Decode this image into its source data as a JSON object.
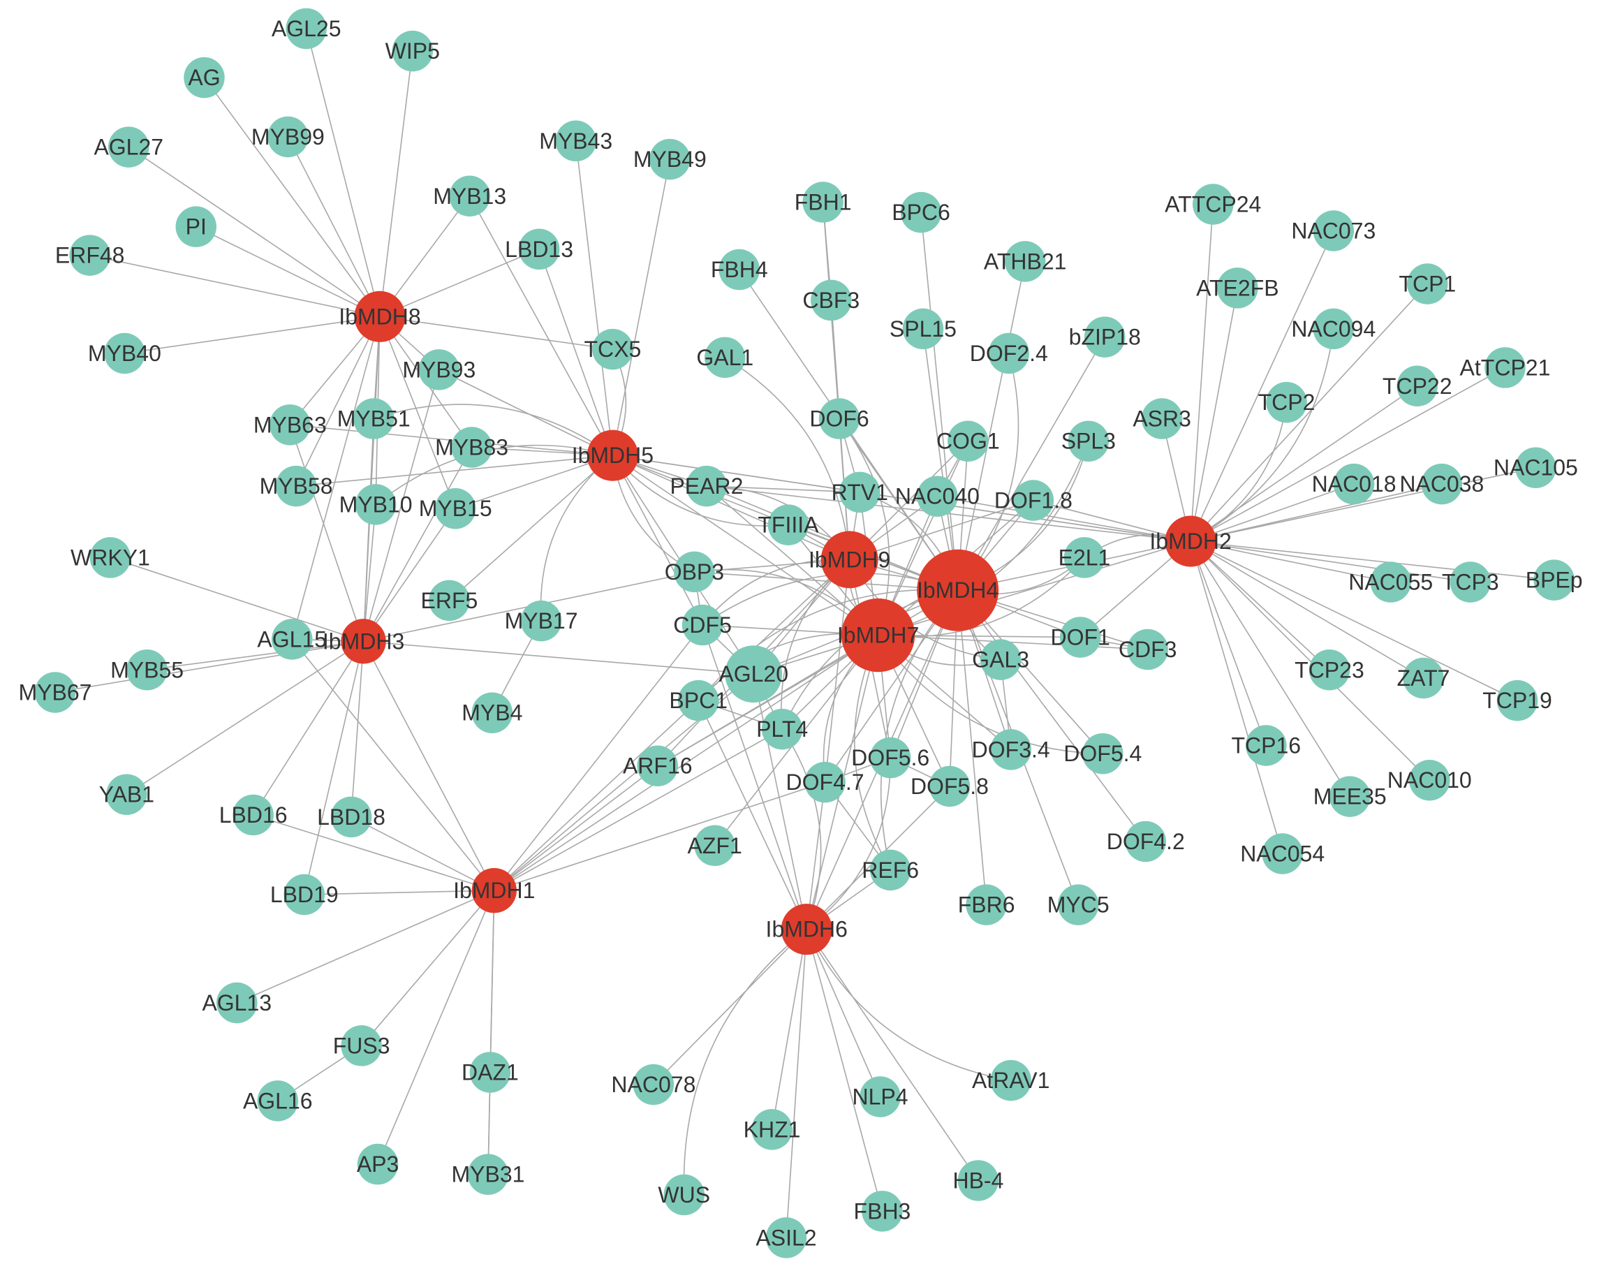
{
  "colors": {
    "hub": "#e03c2b",
    "node": "#7ecab8",
    "edge": "#a8a8a8",
    "label": "#333333"
  },
  "hubs": [
    "IbMDH1",
    "IbMDH2",
    "IbMDH3",
    "IbMDH4",
    "IbMDH5",
    "IbMDH6",
    "IbMDH7",
    "IbMDH8",
    "IbMDH9"
  ],
  "labels": {
    "IbMDH1": "IbMDH1",
    "IbMDH2": "IbMDH2",
    "IbMDH3": "IbMDH3",
    "IbMDH4": "IbMDH4",
    "IbMDH5": "IbMDH5",
    "IbMDH6": "IbMDH6",
    "IbMDH7": "IbMDH7",
    "IbMDH8": "IbMDH8",
    "IbMDH9": "IbMDH9",
    "AGL25": "AGL25",
    "WIP5": "WIP5",
    "AG": "AG",
    "AGL27": "AGL27",
    "MYB99": "MYB99",
    "MYB43": "MYB43",
    "MYB49": "MYB49",
    "MYB13": "MYB13",
    "PI": "PI",
    "ERF48": "ERF48",
    "LBD13": "LBD13",
    "MYB40": "MYB40",
    "TCX5": "TCX5",
    "MYB93": "MYB93",
    "MYB63": "MYB63",
    "MYB51": "MYB51",
    "MYB83": "MYB83",
    "MYB58": "MYB58",
    "MYB10": "MYB10",
    "MYB15": "MYB15",
    "WRKY1": "WRKY1",
    "ERF5": "ERF5",
    "MYB17": "MYB17",
    "AGL15": "AGL15",
    "MYB55": "MYB55",
    "MYB67": "MYB67",
    "MYB4": "MYB4",
    "YAB1": "YAB1",
    "LBD16": "LBD16",
    "LBD18": "LBD18",
    "LBD19": "LBD19",
    "AGL13": "AGL13",
    "FUS3": "FUS3",
    "DAZ1": "DAZ1",
    "AGL16": "AGL16",
    "AP3": "AP3",
    "MYB31": "MYB31",
    "FBH1": "FBH1",
    "BPC6": "BPC6",
    "FBH4": "FBH4",
    "CBF3": "CBF3",
    "GAL1": "GAL1",
    "SPL15": "SPL15",
    "ATHB21": "ATHB21",
    "DOF2.4": "DOF2.4",
    "bZIP18": "bZIP18",
    "DOF6": "DOF6",
    "COG1": "COG1",
    "SPL3": "SPL3",
    "ASR3": "ASR3",
    "PEAR2": "PEAR2",
    "RTV1": "RTV1",
    "NAC040": "NAC040",
    "DOF1.8": "DOF1.8",
    "TFIIIA": "TFIIIA",
    "E2L1": "E2L1",
    "OBP3": "OBP3",
    "CDF5": "CDF5",
    "DOF1": "DOF1",
    "CDF3": "CDF3",
    "GAL3": "GAL3",
    "AGL20": "AGL20",
    "BPC1": "BPC1",
    "PLT4": "PLT4",
    "ARF16": "ARF16",
    "DOF5.6": "DOF5.6",
    "DOF3.4": "DOF3.4",
    "DOF5.4": "DOF5.4",
    "DOF4.7": "DOF4.7",
    "DOF5.8": "DOF5.8",
    "AZF1": "AZF1",
    "REF6": "REF6",
    "DOF4.2": "DOF4.2",
    "FBR6": "FBR6",
    "MYC5": "MYC5",
    "NAC078": "NAC078",
    "AtRAV1": "AtRAV1",
    "NLP4": "NLP4",
    "KHZ1": "KHZ1",
    "WUS": "WUS",
    "HB-4": "HB-4",
    "FBH3": "FBH3",
    "ASIL2": "ASIL2",
    "ATTCP24": "ATTCP24",
    "NAC073": "NAC073",
    "ATE2FB": "ATE2FB",
    "TCP1": "TCP1",
    "NAC094": "NAC094",
    "TCP22": "TCP22",
    "AtTCP21": "AtTCP21",
    "TCP2": "TCP2",
    "NAC018": "NAC018",
    "NAC038": "NAC038",
    "NAC105": "NAC105",
    "NAC055": "NAC055",
    "TCP3": "TCP3",
    "BPEp": "BPEp",
    "TCP23": "TCP23",
    "ZAT7": "ZAT7",
    "TCP19": "TCP19",
    "TCP16": "TCP16",
    "NAC010": "NAC010",
    "MEE35": "MEE35",
    "NAC054": "NAC054"
  },
  "edges": [
    [
      "IbMDH8",
      "AGL25"
    ],
    [
      "IbMDH8",
      "WIP5"
    ],
    [
      "IbMDH8",
      "AG"
    ],
    [
      "IbMDH8",
      "AGL27"
    ],
    [
      "IbMDH8",
      "MYB99"
    ],
    [
      "IbMDH8",
      "PI"
    ],
    [
      "IbMDH8",
      "ERF48"
    ],
    [
      "IbMDH8",
      "MYB40"
    ],
    [
      "IbMDH8",
      "MYB13"
    ],
    [
      "IbMDH8",
      "LBD13"
    ],
    [
      "IbMDH8",
      "TCX5"
    ],
    [
      "IbMDH8",
      "MYB93"
    ],
    [
      "IbMDH8",
      "MYB63"
    ],
    [
      "IbMDH8",
      "MYB51"
    ],
    [
      "IbMDH8",
      "MYB83"
    ],
    [
      "IbMDH8",
      "MYB58"
    ],
    [
      "IbMDH8",
      "MYB10"
    ],
    [
      "IbMDH8",
      "MYB15"
    ],
    [
      "IbMDH8",
      "IbMDH3"
    ],
    [
      "IbMDH8",
      "AGL15"
    ],
    [
      "IbMDH5",
      "MYB43"
    ],
    [
      "IbMDH5",
      "MYB49"
    ],
    [
      "IbMDH5",
      "MYB13"
    ],
    [
      "IbMDH5",
      "LBD13"
    ],
    [
      "IbMDH5",
      "TCX5"
    ],
    [
      "IbMDH5",
      "MYB93"
    ],
    [
      "IbMDH5",
      "MYB63"
    ],
    [
      "IbMDH5",
      "MYB51"
    ],
    [
      "IbMDH5",
      "MYB83"
    ],
    [
      "IbMDH5",
      "MYB58"
    ],
    [
      "IbMDH5",
      "MYB10"
    ],
    [
      "IbMDH5",
      "MYB15"
    ],
    [
      "IbMDH5",
      "ERF5"
    ],
    [
      "IbMDH5",
      "MYB17"
    ],
    [
      "IbMDH5",
      "PEAR2"
    ],
    [
      "IbMDH5",
      "RTV1"
    ],
    [
      "IbMDH5",
      "OBP3"
    ],
    [
      "IbMDH5",
      "CDF5"
    ],
    [
      "IbMDH5",
      "IbMDH9"
    ],
    [
      "IbMDH5",
      "IbMDH4"
    ],
    [
      "IbMDH5",
      "IbMDH7"
    ],
    [
      "IbMDH5",
      "IbMDH2"
    ],
    [
      "IbMDH5",
      "TFIIIA"
    ],
    [
      "IbMDH5",
      "AGL20"
    ],
    [
      "IbMDH3",
      "WRKY1"
    ],
    [
      "IbMDH3",
      "AGL15"
    ],
    [
      "IbMDH3",
      "MYB55"
    ],
    [
      "IbMDH3",
      "MYB67"
    ],
    [
      "IbMDH3",
      "YAB1"
    ],
    [
      "IbMDH3",
      "LBD16"
    ],
    [
      "IbMDH3",
      "LBD18"
    ],
    [
      "IbMDH3",
      "LBD19"
    ],
    [
      "IbMDH3",
      "MYB93"
    ],
    [
      "IbMDH3",
      "MYB51"
    ],
    [
      "IbMDH3",
      "MYB10"
    ],
    [
      "IbMDH3",
      "MYB15"
    ],
    [
      "IbMDH3",
      "MYB83"
    ],
    [
      "IbMDH3",
      "IbMDH1"
    ],
    [
      "IbMDH3",
      "OBP3"
    ],
    [
      "IbMDH3",
      "AGL20"
    ],
    [
      "IbMDH3",
      "MYB63"
    ],
    [
      "IbMDH1",
      "AGL15"
    ],
    [
      "IbMDH1",
      "LBD16"
    ],
    [
      "IbMDH1",
      "LBD18"
    ],
    [
      "IbMDH1",
      "LBD19"
    ],
    [
      "IbMDH1",
      "AGL13"
    ],
    [
      "IbMDH1",
      "FUS3"
    ],
    [
      "IbMDH1",
      "DAZ1"
    ],
    [
      "IbMDH1",
      "AP3"
    ],
    [
      "IbMDH1",
      "MYB31"
    ],
    [
      "IbMDH1",
      "BPC1"
    ],
    [
      "IbMDH1",
      "AGL20"
    ],
    [
      "IbMDH1",
      "PLT4"
    ],
    [
      "IbMDH1",
      "ARF16"
    ],
    [
      "IbMDH1",
      "CDF5"
    ],
    [
      "IbMDH1",
      "DOF4.7"
    ],
    [
      "IbMDH1",
      "IbMDH7"
    ],
    [
      "FUS3",
      "AGL16"
    ],
    [
      "DAZ1",
      "MYB31"
    ],
    [
      "MYB17",
      "MYB4"
    ],
    [
      "IbMDH6",
      "NAC078"
    ],
    [
      "IbMDH6",
      "AtRAV1"
    ],
    [
      "IbMDH6",
      "NLP4"
    ],
    [
      "IbMDH6",
      "KHZ1"
    ],
    [
      "IbMDH6",
      "WUS"
    ],
    [
      "IbMDH6",
      "HB-4"
    ],
    [
      "IbMDH6",
      "FBH3"
    ],
    [
      "IbMDH6",
      "ASIL2"
    ],
    [
      "IbMDH6",
      "REF6"
    ],
    [
      "IbMDH6",
      "AGL20"
    ],
    [
      "IbMDH6",
      "PLT4"
    ],
    [
      "IbMDH6",
      "BPC1"
    ],
    [
      "IbMDH6",
      "DOF4.7"
    ],
    [
      "IbMDH6",
      "DOF5.6"
    ],
    [
      "IbMDH6",
      "DOF5.8"
    ],
    [
      "IbMDH6",
      "IbMDH7"
    ],
    [
      "IbMDH6",
      "IbMDH4"
    ],
    [
      "IbMDH6",
      "CDF5"
    ],
    [
      "IbMDH2",
      "ATTCP24"
    ],
    [
      "IbMDH2",
      "NAC073"
    ],
    [
      "IbMDH2",
      "ATE2FB"
    ],
    [
      "IbMDH2",
      "TCP1"
    ],
    [
      "IbMDH2",
      "NAC094"
    ],
    [
      "IbMDH2",
      "TCP22"
    ],
    [
      "IbMDH2",
      "AtTCP21"
    ],
    [
      "IbMDH2",
      "TCP2"
    ],
    [
      "IbMDH2",
      "NAC018"
    ],
    [
      "IbMDH2",
      "NAC038"
    ],
    [
      "IbMDH2",
      "NAC105"
    ],
    [
      "IbMDH2",
      "NAC055"
    ],
    [
      "IbMDH2",
      "TCP3"
    ],
    [
      "IbMDH2",
      "BPEp"
    ],
    [
      "IbMDH2",
      "TCP23"
    ],
    [
      "IbMDH2",
      "ZAT7"
    ],
    [
      "IbMDH2",
      "TCP19"
    ],
    [
      "IbMDH2",
      "TCP16"
    ],
    [
      "IbMDH2",
      "NAC010"
    ],
    [
      "IbMDH2",
      "MEE35"
    ],
    [
      "IbMDH2",
      "NAC054"
    ],
    [
      "IbMDH2",
      "ASR3"
    ],
    [
      "IbMDH2",
      "E2L1"
    ],
    [
      "IbMDH2",
      "DOF1.8"
    ],
    [
      "IbMDH2",
      "IbMDH4"
    ],
    [
      "IbMDH2",
      "RTV1"
    ],
    [
      "IbMDH2",
      "NAC040"
    ],
    [
      "IbMDH2",
      "DOF1"
    ],
    [
      "IbMDH2",
      "IbMDH7"
    ],
    [
      "IbMDH2",
      "PEAR2"
    ],
    [
      "IbMDH4",
      "FBH4"
    ],
    [
      "IbMDH4",
      "BPC6"
    ],
    [
      "IbMDH4",
      "SPL15"
    ],
    [
      "IbMDH4",
      "ATHB21"
    ],
    [
      "IbMDH4",
      "DOF2.4"
    ],
    [
      "IbMDH4",
      "bZIP18"
    ],
    [
      "IbMDH4",
      "COG1"
    ],
    [
      "IbMDH4",
      "SPL3"
    ],
    [
      "IbMDH4",
      "NAC040"
    ],
    [
      "IbMDH4",
      "DOF1.8"
    ],
    [
      "IbMDH4",
      "E2L1"
    ],
    [
      "IbMDH4",
      "DOF1"
    ],
    [
      "IbMDH4",
      "CDF3"
    ],
    [
      "IbMDH4",
      "GAL3"
    ],
    [
      "IbMDH4",
      "DOF3.4"
    ],
    [
      "IbMDH4",
      "DOF5.4"
    ],
    [
      "IbMDH4",
      "DOF4.2"
    ],
    [
      "IbMDH4",
      "MYC5"
    ],
    [
      "IbMDH4",
      "FBR6"
    ],
    [
      "IbMDH4",
      "RTV1"
    ],
    [
      "IbMDH4",
      "TFIIIA"
    ],
    [
      "IbMDH4",
      "IbMDH9"
    ],
    [
      "IbMDH4",
      "IbMDH7"
    ],
    [
      "IbMDH4",
      "DOF5.6"
    ],
    [
      "IbMDH4",
      "DOF5.8"
    ],
    [
      "IbMDH4",
      "PLT4"
    ],
    [
      "IbMDH4",
      "AGL20"
    ],
    [
      "IbMDH4",
      "OBP3"
    ],
    [
      "IbMDH4",
      "CDF5"
    ],
    [
      "IbMDH4",
      "PEAR2"
    ],
    [
      "IbMDH4",
      "DOF6"
    ],
    [
      "IbMDH4",
      "BPC1"
    ],
    [
      "IbMDH4",
      "ARF16"
    ],
    [
      "IbMDH4",
      "DOF4.7"
    ],
    [
      "IbMDH4",
      "REF6"
    ],
    [
      "IbMDH9",
      "FBH1"
    ],
    [
      "IbMDH9",
      "CBF3"
    ],
    [
      "IbMDH9",
      "GAL1"
    ],
    [
      "IbMDH9",
      "DOF6"
    ],
    [
      "IbMDH9",
      "RTV1"
    ],
    [
      "IbMDH9",
      "PEAR2"
    ],
    [
      "IbMDH9",
      "TFIIIA"
    ],
    [
      "IbMDH9",
      "OBP3"
    ],
    [
      "IbMDH9",
      "CDF5"
    ],
    [
      "IbMDH9",
      "AGL20"
    ],
    [
      "IbMDH9",
      "BPC1"
    ],
    [
      "IbMDH9",
      "PLT4"
    ],
    [
      "IbMDH9",
      "NAC040"
    ],
    [
      "IbMDH9",
      "COG1"
    ],
    [
      "IbMDH9",
      "IbMDH7"
    ],
    [
      "IbMDH9",
      "DOF5.6"
    ],
    [
      "IbMDH9",
      "DOF4.7"
    ],
    [
      "IbMDH9",
      "GAL3"
    ],
    [
      "IbMDH9",
      "DOF1.8"
    ],
    [
      "IbMDH9",
      "ARF16"
    ],
    [
      "IbMDH7",
      "DOF6"
    ],
    [
      "IbMDH7",
      "RTV1"
    ],
    [
      "IbMDH7",
      "TFIIIA"
    ],
    [
      "IbMDH7",
      "OBP3"
    ],
    [
      "IbMDH7",
      "CDF5"
    ],
    [
      "IbMDH7",
      "AGL20"
    ],
    [
      "IbMDH7",
      "BPC1"
    ],
    [
      "IbMDH7",
      "PLT4"
    ],
    [
      "IbMDH7",
      "DOF5.6"
    ],
    [
      "IbMDH7",
      "DOF4.7"
    ],
    [
      "IbMDH7",
      "DOF5.8"
    ],
    [
      "IbMDH7",
      "DOF3.4"
    ],
    [
      "IbMDH7",
      "GAL3"
    ],
    [
      "IbMDH7",
      "DOF1"
    ],
    [
      "IbMDH7",
      "CDF3"
    ],
    [
      "IbMDH7",
      "DOF5.4"
    ],
    [
      "IbMDH7",
      "ARF16"
    ],
    [
      "IbMDH7",
      "AZF1"
    ],
    [
      "IbMDH7",
      "REF6"
    ],
    [
      "IbMDH7",
      "NAC040"
    ],
    [
      "IbMDH7",
      "PEAR2"
    ],
    [
      "IbMDH7",
      "E2L1"
    ],
    [
      "IbMDH7",
      "COG1"
    ],
    [
      "IbMDH7",
      "DOF1.8"
    ],
    [
      "IbMDH7",
      "SPL3"
    ],
    [
      "FBH1",
      "CBF3"
    ],
    [
      "CBF3",
      "DOF6"
    ],
    [
      "DOF6",
      "RTV1"
    ],
    [
      "RTV1",
      "PEAR2"
    ],
    [
      "COG1",
      "NAC040"
    ],
    [
      "PLT4",
      "AGL20"
    ],
    [
      "AGL20",
      "CDF5"
    ],
    [
      "BPC1",
      "PLT4"
    ],
    [
      "DOF5.6",
      "DOF5.8"
    ],
    [
      "DOF4.7",
      "DOF5.6"
    ],
    [
      "REF6",
      "DOF4.7"
    ],
    [
      "GAL3",
      "DOF3.4"
    ],
    [
      "DOF1",
      "CDF3"
    ],
    [
      "OBP3",
      "CDF5"
    ]
  ]
}
